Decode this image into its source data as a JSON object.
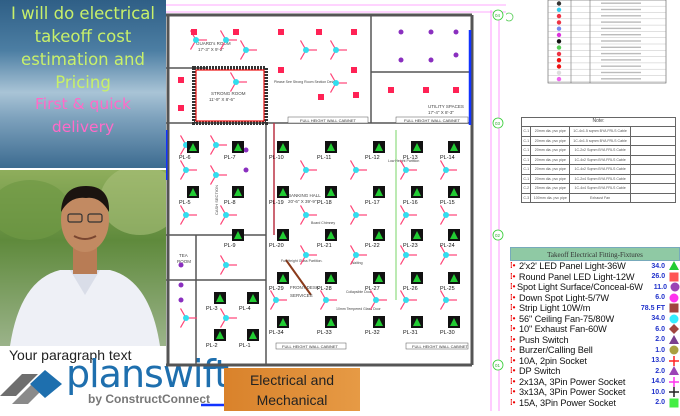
{
  "headline": {
    "line1": "I will do electrical",
    "line2": "takeoff cost",
    "line3": "estimation and",
    "line4": "Pricing",
    "sub1": "First & quick",
    "sub2": "delivery"
  },
  "paragraph_placeholder": "Your paragraph text",
  "logo": {
    "name": "planswift",
    "registered": "®",
    "by": "by ConstructConnect"
  },
  "badge": {
    "line1": "Electrical and",
    "line2": "Mechanical"
  },
  "plan": {
    "rooms": [
      {
        "name": "GUARD's ROOM",
        "dim": "17'-3\" X 9'-2\""
      },
      {
        "name": "STRONG ROOM",
        "dim": "11'-9\" X 8'-6\""
      },
      {
        "name": "UTILITY SPACES",
        "dim": "17'-4\" X 8'-3\""
      },
      {
        "name": "BANKING HALL",
        "dim": "20'-6\" X 39'-9\""
      },
      {
        "name": "FRONT DESK",
        "dim": "SERVICES"
      },
      {
        "name": "TEA",
        "dim": "ROOM"
      }
    ],
    "cabinet_label": "FULL HEIGHT WALL CABINET",
    "notes": [
      "Please See Strong Room Section Details.",
      "Low Height Partition",
      "Full Height Glass Partition.",
      "Collapsible Door",
      "10mm Tempered Glass Door",
      "Waiting",
      "Board Chimney"
    ],
    "grid_marks": [
      "04",
      "03",
      "02",
      "01"
    ],
    "panel_lights": [
      "PL-1",
      "PL-2",
      "PL-3",
      "PL-4",
      "PL-5",
      "PL-6",
      "PL-7",
      "PL-8",
      "PL-9",
      "PL-10",
      "PL-11",
      "PL-12",
      "PL-13",
      "PL-14",
      "PL-15",
      "PL-16",
      "PL-17",
      "PL-18",
      "PL-19",
      "PL-20",
      "PL-21",
      "PL-22",
      "PL-23",
      "PL-24",
      "PL-25",
      "PL-26",
      "PL-27",
      "PL-28",
      "PL-29",
      "PL-30",
      "PL-31",
      "PL-32",
      "PL-33",
      "PL-34"
    ],
    "section_label": "CASH SECTION"
  },
  "note_table": {
    "title": "Note:",
    "rows": [
      [
        "C-1",
        "20mm dia. pvc pipe",
        "1C-4x1.5 sqmm BYA FRLS Cable"
      ],
      [
        "C-1",
        "20mm dia. pvc pipe",
        "1C-4x1.5 sqmm BYA FRLS Cable"
      ],
      [
        "C-1",
        "20mm dia. pvc pipe",
        "1C-2x2 Sqmm BYA FRLS Cable"
      ],
      [
        "C-1",
        "20mm dia. pvc pipe",
        "1C-4x2 Sqmm BYA FRLS Cable"
      ],
      [
        "C-1",
        "20mm dia. pvc pipe",
        "1C-4x2 Sqmm BYA FRLS Cable"
      ],
      [
        "C-1",
        "20mm dia. pvc pipe",
        "1C-2x4 Sqmm BYA FRLS Cable"
      ],
      [
        "C-2",
        "25mm dia. pvc pipe",
        "1C-4x4 Sqmm BYA FRLS Cable"
      ],
      [
        "C-3",
        "100mm dia. pvc pipe",
        "Exhaust Fan"
      ]
    ]
  },
  "takeoff": {
    "title": "Takeoff Electrical Fitting-Fixtures",
    "items": [
      {
        "name": "2'x2' LED Panel Light-36W",
        "qty": "34.0",
        "symbol": "triangle",
        "color": "#22cc33"
      },
      {
        "name": "Round Panel LED Light-12W",
        "qty": "26.0",
        "symbol": "square",
        "color": "#ff5555"
      },
      {
        "name": "Spot Light Surface/Conceal-6W",
        "qty": "11.0",
        "symbol": "circle",
        "color": "#9b44b5"
      },
      {
        "name": "Down Spot Light-5/7W",
        "qty": "6.0",
        "symbol": "circle",
        "color": "#ff33ee"
      },
      {
        "name": "Strip Light 10W/m",
        "qty": "78.5 FT",
        "symbol": "square",
        "color": "#a0453f"
      },
      {
        "name": "56\" Ceiling Fan-75/80W",
        "qty": "34.0",
        "symbol": "circle",
        "color": "#33eeff"
      },
      {
        "name": "10\" Exhaust Fan-60W",
        "qty": "6.0",
        "symbol": "diamond",
        "color": "#a0453f"
      },
      {
        "name": "Push Switch",
        "qty": "2.0",
        "symbol": "triangle",
        "color": "#7a3f8f"
      },
      {
        "name": "Burzer/Calling Bell",
        "qty": "1.0",
        "symbol": "circle",
        "color": "#a9a040"
      },
      {
        "name": "10A, 2pin Socket",
        "qty": "13.0",
        "symbol": "plus",
        "color": "#ff2222"
      },
      {
        "name": "DP Switch",
        "qty": "2.0",
        "symbol": "triangle",
        "color": "#9b44b5"
      },
      {
        "name": "2x13A, 3Pin Power Socket",
        "qty": "14.0",
        "symbol": "plus",
        "color": "#ff33ee"
      },
      {
        "name": "3x13A, 3Pin Power Socket",
        "qty": "10.0",
        "symbol": "plus",
        "color": "#222222"
      },
      {
        "name": "15A, 3Pin Power Socket",
        "qty": "2.0",
        "symbol": "square",
        "color": "#44ee44"
      }
    ]
  }
}
